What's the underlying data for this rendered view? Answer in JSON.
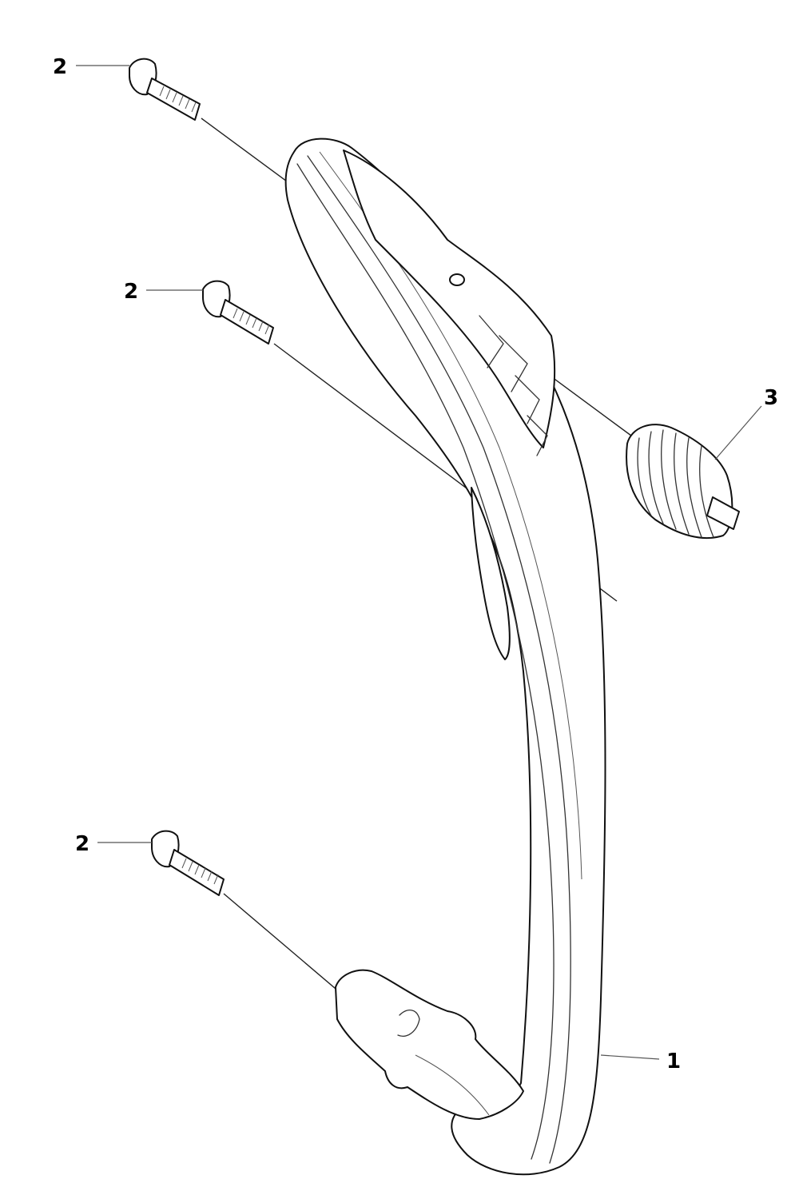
{
  "callouts": {
    "bolt_top": "2",
    "bolt_middle": "2",
    "bolt_bottom": "2",
    "damper": "3",
    "handle": "1"
  }
}
